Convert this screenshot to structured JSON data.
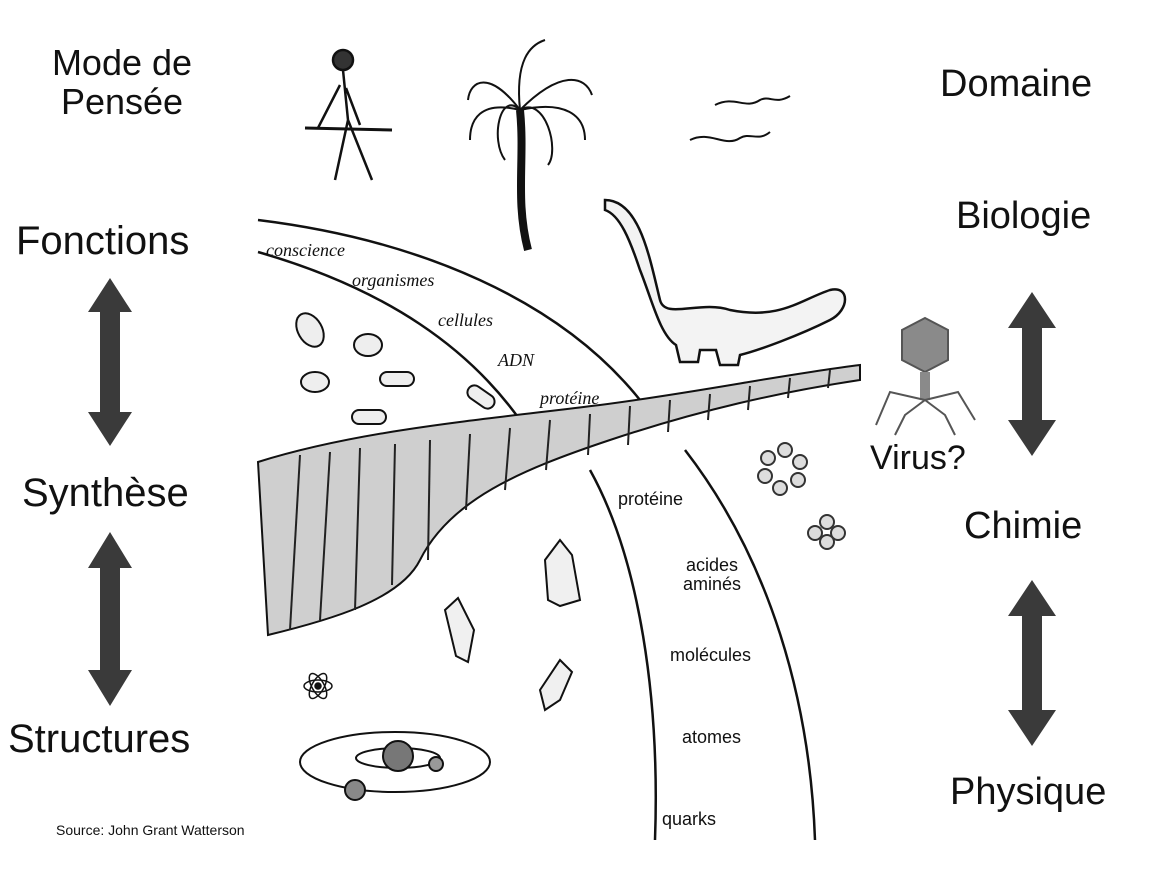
{
  "left_column": {
    "header_line1": "Mode de",
    "header_line2": "Pensée",
    "functions": "Fonctions",
    "synthesis": "Synthèse",
    "structures": "Structures"
  },
  "right_column": {
    "header": "Domaine",
    "biology": "Biologie",
    "chemistry": "Chimie",
    "physics": "Physique",
    "virus": "Virus?"
  },
  "upper_layers": [
    "conscience",
    "organismes",
    "cellules",
    "ADN",
    "protéine"
  ],
  "lower_layers": {
    "protein": "protéine",
    "amino_line1": "acides",
    "amino_line2": "aminés",
    "molecules": "molécules",
    "atoms": "atomes",
    "quarks": "quarks"
  },
  "source": "Source: John Grant Watterson",
  "colors": {
    "arrow": "#3a3a3a",
    "virus": "#8a8a8a",
    "ink": "#111111"
  }
}
